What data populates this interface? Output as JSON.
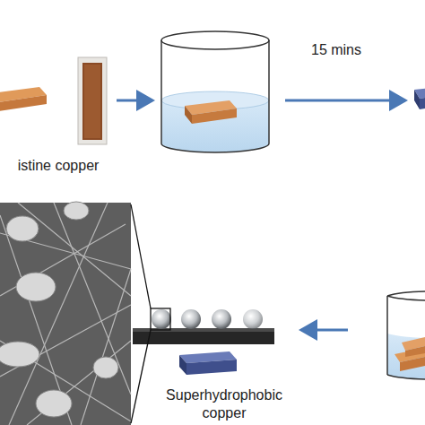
{
  "diagram": {
    "labels": [
      "istine copper",
      "15 mins",
      "Superhydrophobic copper"
    ]
  }
}
